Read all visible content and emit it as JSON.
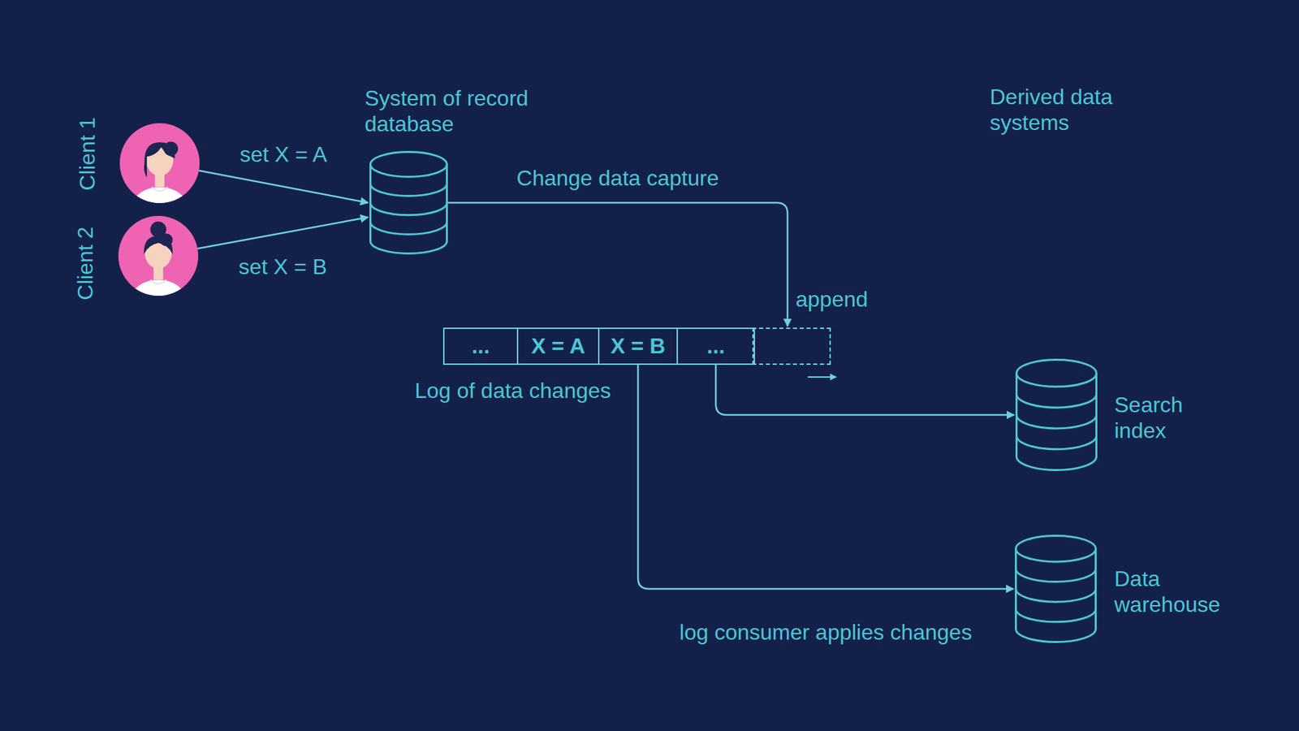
{
  "diagram": {
    "nodes": [
      {
        "text": [
          "Client 1"
        ]
      },
      {
        "text": [
          "Client 2"
        ]
      },
      {
        "text": [
          "System of record database"
        ]
      },
      {
        "text": [
          "Log of data changes"
        ]
      },
      {
        "text": [
          "..."
        ],
        "in": 3
      },
      {
        "text": [
          "X = A"
        ],
        "in": 3
      },
      {
        "text": [
          "X = B"
        ],
        "in": 3
      },
      {
        "text": [
          "..."
        ],
        "in": 3
      },
      {
        "text": [
          "Search index"
        ]
      },
      {
        "text": [
          "Data warehouse"
        ]
      }
    ],
    "edges": [
      {
        "from": 0,
        "to": 2,
        "arrow": "to",
        "label": "set X = A"
      },
      {
        "from": 1,
        "to": 2,
        "arrow": "to",
        "label": "set X = B"
      },
      {
        "from": 2,
        "to": 3,
        "arrow": "to",
        "label": "Change data capture"
      },
      {
        "from": 7,
        "to": 8,
        "arrow": "to"
      },
      {
        "from": 6,
        "to": 9,
        "arrow": "to",
        "label": "log consumer applies changes"
      }
    ],
    "labels": [
      "append",
      "Derived data systems"
    ]
  }
}
